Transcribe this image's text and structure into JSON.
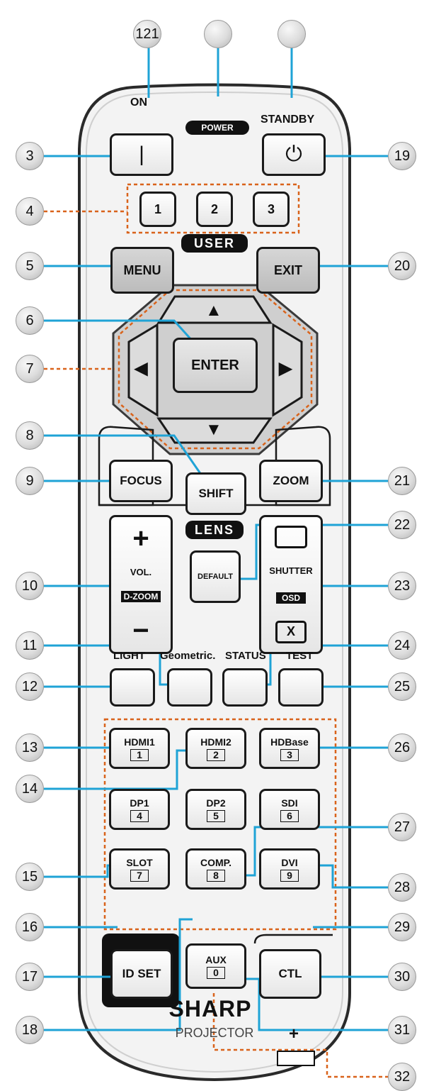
{
  "callouts": [
    "121",
    "",
    "",
    "3",
    "19",
    "4",
    "5",
    "20",
    "6",
    "7",
    "8",
    "9",
    "21",
    "22",
    "10",
    "23",
    "11",
    "24",
    "12",
    "25",
    "13",
    "26",
    "14",
    "27",
    "15",
    "28",
    "16",
    "29",
    "17",
    "30",
    "18",
    "31",
    "32"
  ],
  "labels": {
    "on": "ON",
    "power": "POWER",
    "standby": "STANDBY",
    "on_symbol": "|",
    "standby_symbol": "⏻",
    "user": "USER",
    "user1": "1",
    "user2": "2",
    "user3": "3",
    "menu": "MENU",
    "exit": "EXIT",
    "enter": "ENTER",
    "up": "▲",
    "down": "▼",
    "left": "◀",
    "right": "▶",
    "focus": "FOCUS",
    "shift": "SHIFT",
    "zoom": "ZOOM",
    "lens": "LENS",
    "plus": "+",
    "minus": "−",
    "vol": "VOL.",
    "dzoom": "D-ZOOM",
    "default": "DEFAULT",
    "shutter": "SHUTTER",
    "osd": "OSD",
    "x": "X",
    "light": "LIGHT",
    "geometric": "Geometric.",
    "status": "STATUS",
    "test": "TEST",
    "hdmi1": "HDMI1",
    "hdmi1_num": "1",
    "hdmi2": "HDMI2",
    "hdmi2_num": "2",
    "hdbase": "HDBase",
    "hdbase_num": "3",
    "dp1": "DP1",
    "dp1_num": "4",
    "dp2": "DP2",
    "dp2_num": "5",
    "sdi": "SDI",
    "sdi_num": "6",
    "slot": "SLOT",
    "slot_num": "7",
    "comp": "COMP.",
    "comp_num": "8",
    "dvi": "DVI",
    "dvi_num": "9",
    "idset": "ID SET",
    "aux": "AUX",
    "aux_num": "0",
    "ctl": "CTL",
    "battery_plus": "+",
    "brand": "SHARP",
    "product": "PROJECTOR"
  },
  "colors": {
    "leader_blue": "#1fa3d6",
    "dash_orange": "#d9631b",
    "body_outline": "#2a2a2a"
  }
}
